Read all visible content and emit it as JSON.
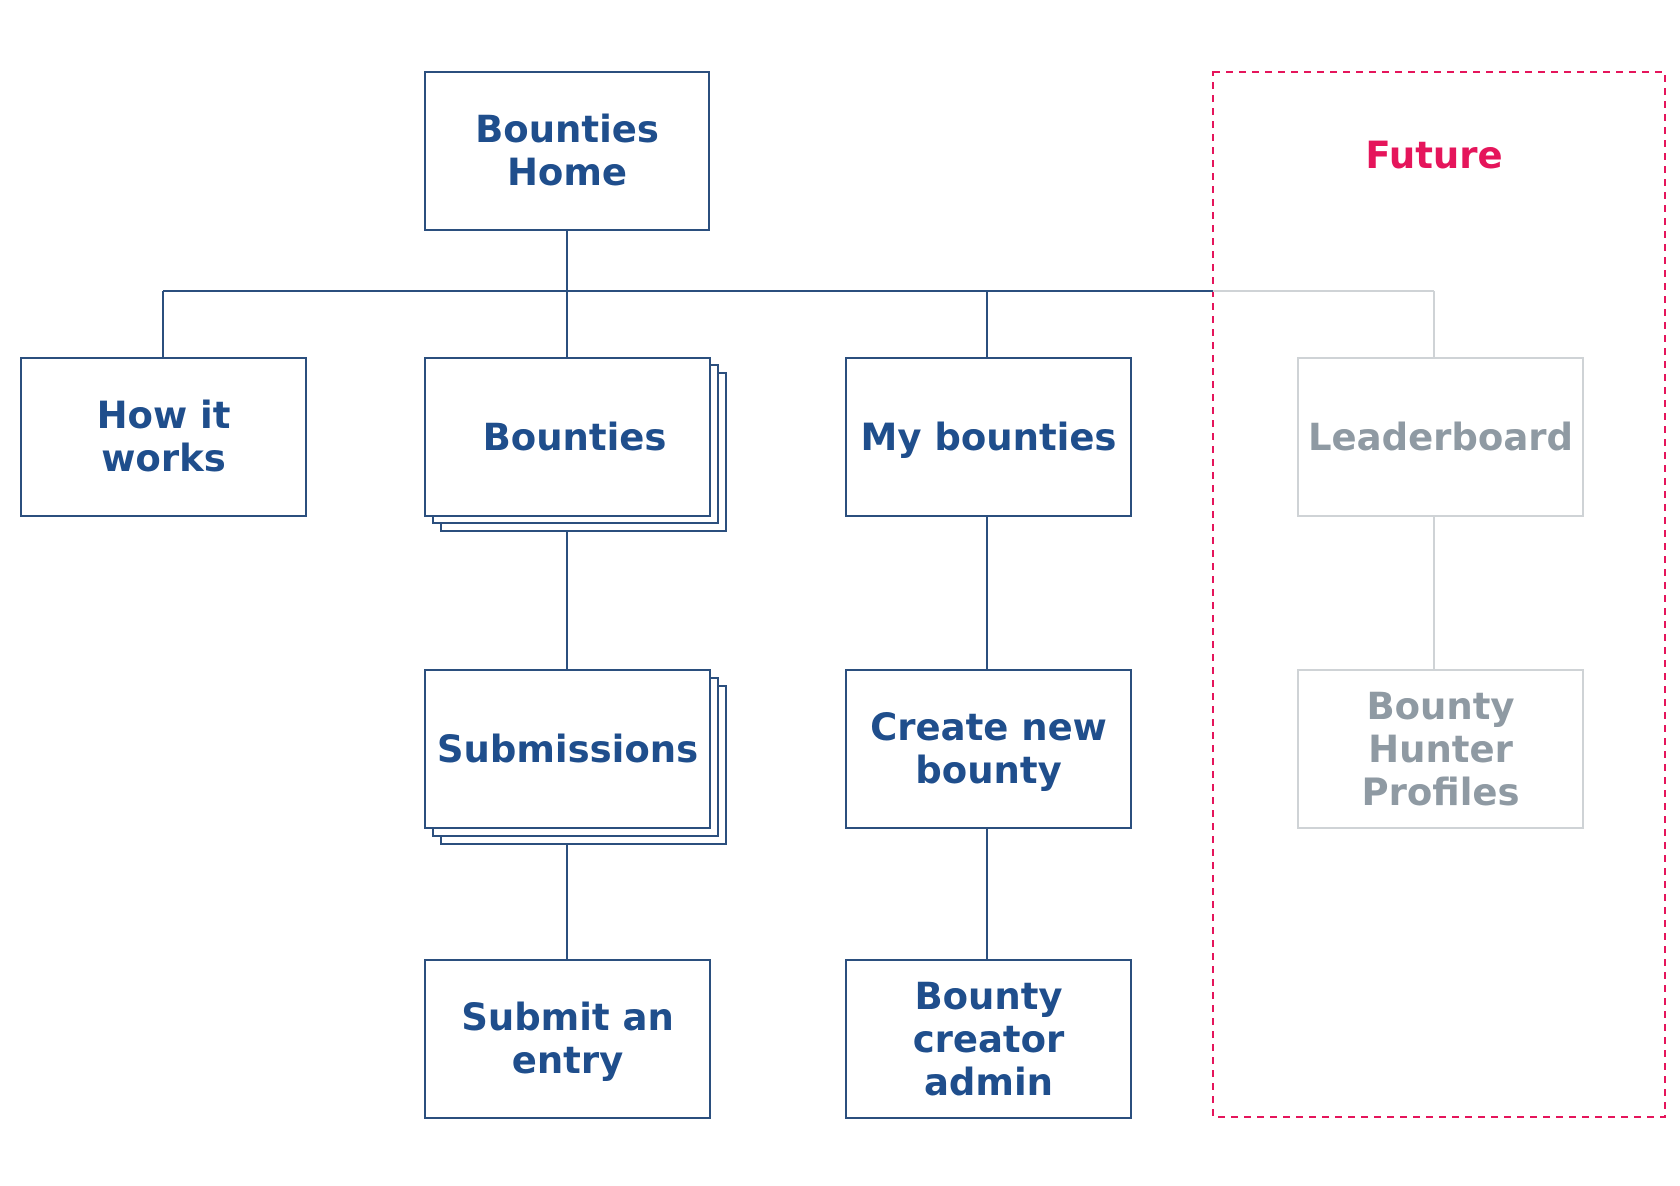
{
  "colors": {
    "primary_text": "#1f4e8c",
    "primary_line": "#2b4f7e",
    "future_text": "#8f9aa3",
    "future_line": "#cfd3d6",
    "future_accent": "#e5155b"
  },
  "future_region": {
    "title": "Future"
  },
  "nodes": {
    "bounties_home": {
      "label_lines": [
        "Bounties",
        "Home"
      ]
    },
    "how_it_works": {
      "label_lines": [
        "How it",
        "works"
      ]
    },
    "bounties": {
      "label_lines": [
        "Bounties"
      ],
      "stacked": true
    },
    "my_bounties": {
      "label_lines": [
        "My bounties"
      ]
    },
    "leaderboard": {
      "label_lines": [
        "Leaderboard"
      ],
      "future": true
    },
    "submissions": {
      "label_lines": [
        "Submissions"
      ],
      "stacked": true
    },
    "create_new_bounty": {
      "label_lines": [
        "Create new",
        "bounty"
      ]
    },
    "bounty_hunter_profiles": {
      "label_lines": [
        "Bounty",
        "Hunter",
        "Profiles"
      ],
      "future": true
    },
    "submit_an_entry": {
      "label_lines": [
        "Submit an",
        "entry"
      ]
    },
    "bounty_creator_admin": {
      "label_lines": [
        "Bounty",
        "creator",
        "admin"
      ]
    }
  }
}
